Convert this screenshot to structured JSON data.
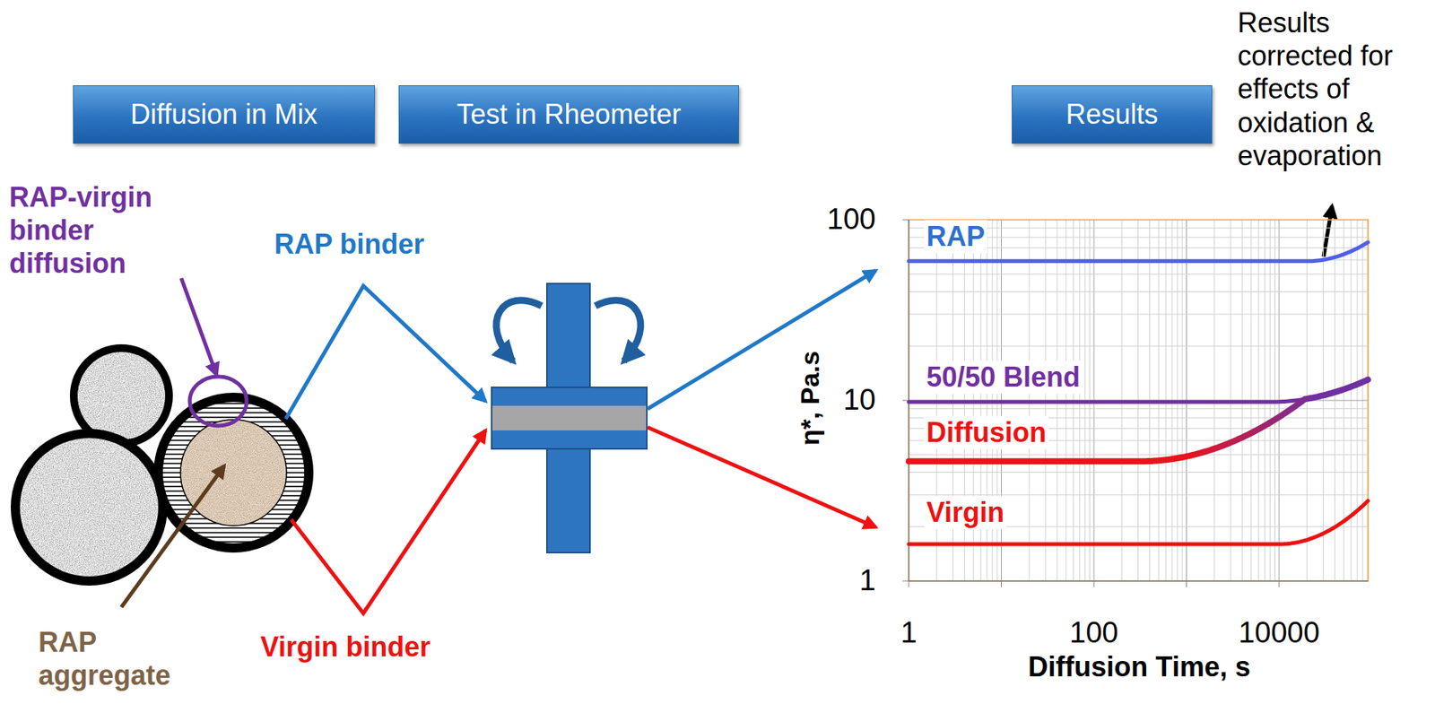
{
  "diagram": {
    "nodes": [
      {
        "text": [
          "Diffusion in Mix"
        ]
      },
      {
        "text": [
          "Test in Rheometer"
        ]
      },
      {
        "text": [
          "Results"
        ]
      }
    ],
    "labels": [
      "RAP-virgin binder diffusion",
      "RAP binder",
      "RAP aggregate",
      "Virgin binder",
      "Results corrected for effects of oxidation & evaporation",
      "100",
      "10",
      "1",
      "η*, Pa.s",
      "1",
      "100",
      "10000",
      "Diffusion Time, s",
      "RAP",
      "50/50 Blend",
      "Diffusion",
      "Virgin"
    ]
  }
}
